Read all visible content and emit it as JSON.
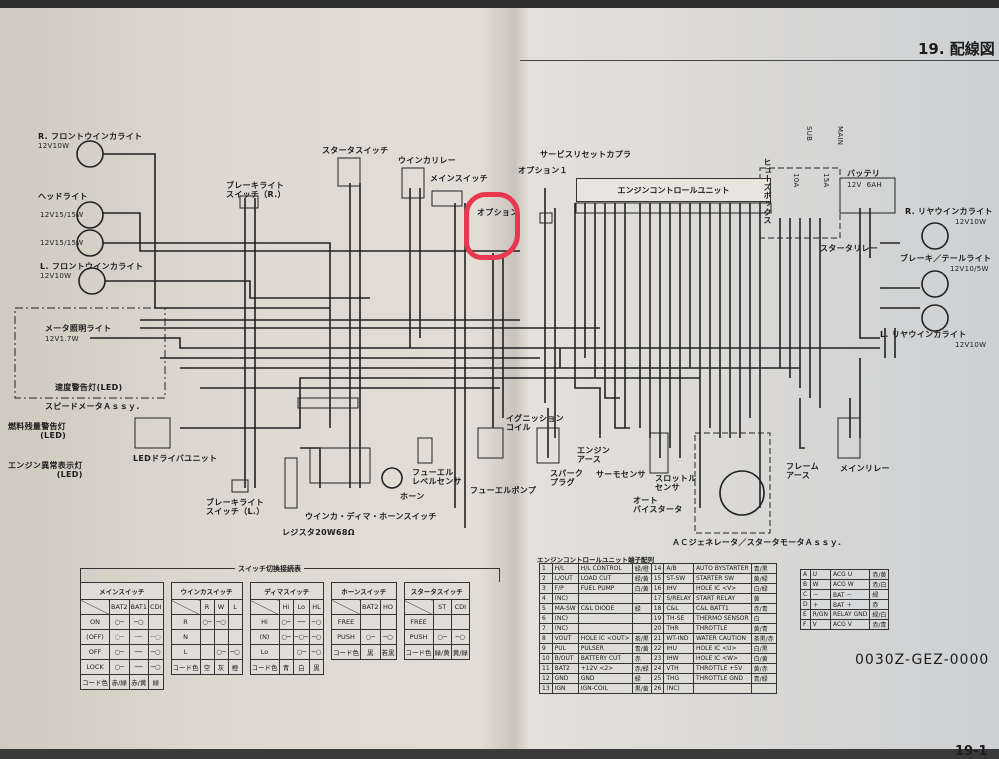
{
  "header": {
    "section_title": "19. 配線図",
    "page_number": "19-1",
    "part_number": "0030Z-GEZ-0000"
  },
  "annotation": {
    "highlight_color": "#e8384f",
    "highlighted_component": "オプション"
  },
  "components": {
    "r_front_winker": {
      "name": "R. フロントウインカライト",
      "spec": "12V10W"
    },
    "headlight": {
      "name": "ヘッドライト",
      "spec_hi": "12V15/15W",
      "spec_lo": "12V15/15W"
    },
    "l_front_winker": {
      "name": "L. フロントウインカライト",
      "spec": "12V10W"
    },
    "brake_switch_r": "ブレーキライト\nスイッチ（R.）",
    "starter_switch": "スタータスイッチ",
    "winker_relay": "ウインカリレー",
    "main_switch": "メインスイッチ",
    "option": "オプション",
    "option1": "オプション１",
    "service_coupler": "サービスリセットカプラ",
    "ecu": "エンジンコントロールユニット",
    "fuse_box": "ヒューズボックス",
    "fuse_sub": "SUB",
    "fuse_main": "MAIN",
    "fuse_10a": "10A",
    "fuse_15a": "15A",
    "battery": {
      "name": "バッテリ",
      "spec": "12V  6AH"
    },
    "starter_relay": "スタータリレー",
    "r_rear_winker": {
      "name": "R. リヤウインカライト",
      "spec": "12V10W"
    },
    "tail_light": {
      "name": "ブレーキ／テールライト",
      "spec": "12V10/5W"
    },
    "l_rear_winker": {
      "name": "L. リヤウインカライト",
      "spec": "12V10W"
    },
    "meter_light": {
      "name": "メータ照明ライト",
      "spec": "12V1.7W"
    },
    "speed_warning": "速度警告灯(LED)",
    "speedometer": "スピードメータＡｓｓｙ.",
    "fuel_warning": "燃料残量警告灯\n(LED)",
    "engine_warning": "エンジン異常表示灯\n(LED)",
    "led_driver": "LEDドライバユニット",
    "brake_switch_l": "ブレーキライト\nスイッチ（L.）",
    "resistor": "レジスタ20W68Ω",
    "handle_switch": "ウインカ・ディマ・ホーンスイッチ",
    "horn": "ホーン",
    "fuel_level": "フューエル\nレベルセンサ",
    "fuel_pump": "フューエルポンプ",
    "ign_coil": "イグニッション\nコイル",
    "spark_plug": "スパーク\nプラグ",
    "engine_earth": "エンジン\nアース",
    "thermo": "サーモセンサ",
    "throttle": "スロットル\nセンサ",
    "auto_bystarter": "オート\nバイスタータ",
    "acg": "ＡＣジェネレータ／スタータモータＡｓｓｙ.",
    "frame_earth": "フレーム\nアース",
    "main_relay": "メインリレー"
  },
  "switch_tables": {
    "title": "スイッチ切換接続表",
    "tables": [
      {
        "title": "メインスイッチ",
        "cols": [
          "BAT2",
          "BAT1",
          "CDI"
        ],
        "rows": [
          {
            "pos": "ON",
            "cells": [
              "○─",
              "─○",
              ""
            ]
          },
          {
            "pos": "(OFF)",
            "cells": [
              "◌┄",
              "┄┄",
              "┄◌"
            ]
          },
          {
            "pos": "OFF",
            "cells": [
              "○─",
              "──",
              "─○"
            ]
          },
          {
            "pos": "LOCK",
            "cells": [
              "○─",
              "──",
              "─○"
            ]
          }
        ],
        "code_label": "コード色",
        "codes": [
          "赤/緑",
          "赤/黄",
          "緑"
        ]
      },
      {
        "title": "ウインカスイッチ",
        "cols": [
          "R",
          "W",
          "L"
        ],
        "rows": [
          {
            "pos": "R",
            "cells": [
              "○─",
              "─○",
              ""
            ]
          },
          {
            "pos": "N",
            "cells": [
              "",
              "",
              ""
            ]
          },
          {
            "pos": "L",
            "cells": [
              "",
              "○─",
              "─○"
            ]
          }
        ],
        "code_label": "コード色",
        "codes": [
          "空",
          "灰",
          "橙"
        ]
      },
      {
        "title": "ディマスイッチ",
        "cols": [
          "Hi",
          "Lo",
          "HL"
        ],
        "rows": [
          {
            "pos": "Hi",
            "cells": [
              "○─",
              "──",
              "─○"
            ]
          },
          {
            "pos": "(N)",
            "cells": [
              "○─",
              "─○─",
              "─○"
            ]
          },
          {
            "pos": "Lo",
            "cells": [
              "",
              "○─",
              "─○"
            ]
          }
        ],
        "code_label": "コード色",
        "codes": [
          "青",
          "白",
          "黒"
        ]
      },
      {
        "title": "ホーンスイッチ",
        "cols": [
          "BAT2",
          "HO"
        ],
        "rows": [
          {
            "pos": "FREE",
            "cells": [
              "",
              ""
            ]
          },
          {
            "pos": "PUSH",
            "cells": [
              "○─",
              "─○"
            ]
          }
        ],
        "code_label": "コード色",
        "codes": [
          "黒",
          "若黒"
        ]
      },
      {
        "title": "スタータスイッチ",
        "cols": [
          "ST",
          "CDI"
        ],
        "rows": [
          {
            "pos": "FREE",
            "cells": [
              "",
              ""
            ]
          },
          {
            "pos": "PUSH",
            "cells": [
              "○─",
              "─○"
            ]
          }
        ],
        "code_label": "コード色",
        "codes": [
          "緑/黄",
          "黄/緑"
        ]
      }
    ]
  },
  "ecu_pinout": {
    "title": "エンジンコントロールユニット端子配列",
    "rows": [
      [
        [
          "1",
          "H/L",
          "H/L CONTROL",
          "緑/橙"
        ],
        [
          "14",
          "A/B",
          "AUTO BYSTARTER",
          "青/黒"
        ]
      ],
      [
        [
          "2",
          "L/OUT",
          "LOAD CUT",
          "緑/黄"
        ],
        [
          "15",
          "ST-SW",
          "STARTER SW",
          "黄/緑"
        ]
      ],
      [
        [
          "3",
          "F/P",
          "FUEL PUMP",
          "白/黄"
        ],
        [
          "16",
          "IHV",
          "HOLE IC <V>",
          "白/緑"
        ]
      ],
      [
        [
          "4",
          "(NC)",
          "",
          ""
        ],
        [
          "17",
          "S/RELAY",
          "START RELAY",
          "黄"
        ]
      ],
      [
        [
          "5",
          "MA-SW",
          "C&L DIODE",
          "緑"
        ],
        [
          "18",
          "C&L",
          "C&L BATT1",
          "赤/青"
        ]
      ],
      [
        [
          "6",
          "(NC)",
          "",
          ""
        ],
        [
          "19",
          "TH-SE",
          "THERMO SENSOR",
          "白"
        ]
      ],
      [
        [
          "7",
          "(NC)",
          "",
          ""
        ],
        [
          "20",
          "THR",
          "THROTTLE",
          "黄/青"
        ]
      ],
      [
        [
          "8",
          "VOUT",
          "HOLE IC <OUT>",
          "茶/黒"
        ],
        [
          "21",
          "WT-IND",
          "WATER CAUTION",
          "茶黒/赤"
        ]
      ],
      [
        [
          "9",
          "PUL",
          "PULSER",
          "青/黄"
        ],
        [
          "22",
          "IHU",
          "HOLE IC <U>",
          "白/黒"
        ]
      ],
      [
        [
          "10",
          "B/OUT",
          "BATTERY CUT",
          "赤"
        ],
        [
          "23",
          "IHW",
          "HOLE IC <W>",
          "白/黄"
        ]
      ],
      [
        [
          "11",
          "BAT2",
          "+12V <2>",
          "赤/緑"
        ],
        [
          "24",
          "VTH",
          "THROTTLE +5V",
          "黄/赤"
        ]
      ],
      [
        [
          "12",
          "GND",
          "GND",
          "緑"
        ],
        [
          "25",
          "THG",
          "THROTTLE GND",
          "青/緑"
        ]
      ],
      [
        [
          "13",
          "IGN",
          "IGN-COIL",
          "黒/黄"
        ],
        [
          "26",
          "(NC)",
          "",
          ""
        ]
      ]
    ],
    "acg_rows": [
      [
        "A",
        "U",
        "ACG U",
        "赤/黄"
      ],
      [
        "B",
        "W",
        "ACG W",
        "赤/白"
      ],
      [
        "C",
        "－",
        "BAT －",
        "緑"
      ],
      [
        "D",
        "＋",
        "BAT ＋",
        "赤"
      ],
      [
        "E",
        "R/GN",
        "RELAY GND",
        "緑/白"
      ],
      [
        "F",
        "V",
        "ACG V",
        "赤/青"
      ]
    ]
  }
}
